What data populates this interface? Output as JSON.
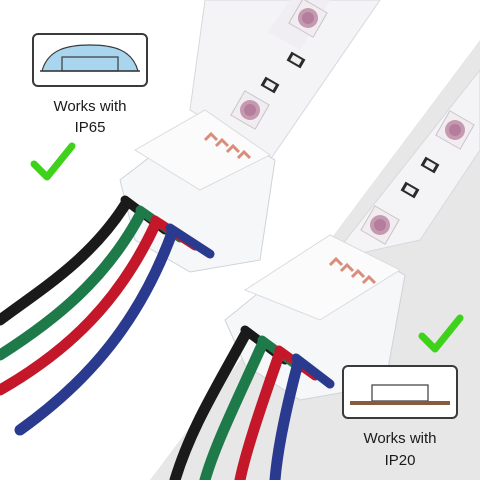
{
  "top_badge": {
    "line1": "Works with",
    "line2": "IP65",
    "type": "waterproof strip (IP65)"
  },
  "bottom_badge": {
    "line1": "Works with",
    "line2": "IP20",
    "type": "non-waterproof strip (IP20)"
  },
  "colors": {
    "check_green": "#3fd21a",
    "gray_panel": "#e6e6e6",
    "strip_white": "#f3f2f5",
    "ip65_coating": "#a9d6ee",
    "ip20_strip": "#8a5a3c",
    "wire_black": "#1a1a1a",
    "wire_green": "#1f7a4a",
    "wire_red": "#c4172a",
    "wire_blue": "#2a3a8f"
  },
  "icons": {
    "check": "checkmark-icon"
  }
}
